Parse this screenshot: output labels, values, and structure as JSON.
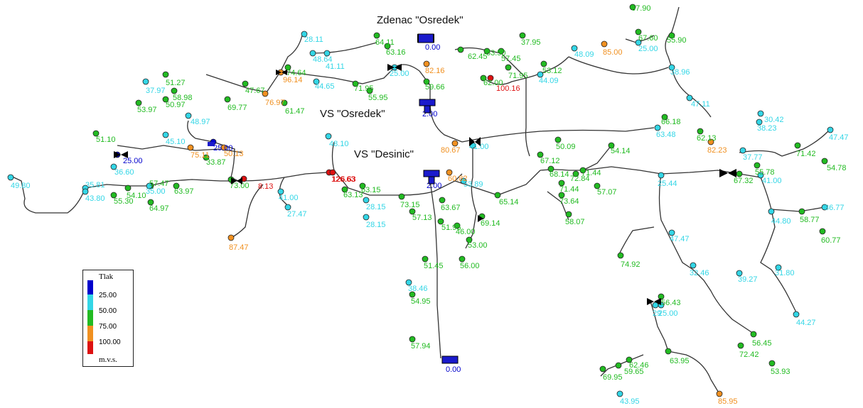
{
  "titles": {
    "zdenac": "Zdenac \"Osredek\"",
    "vs_osredek": "VS \"Osredek\"",
    "vs_desinic": "VS \"Desinic\""
  },
  "legend": {
    "title": "Tlak",
    "unit": "m.v.s.",
    "items": [
      {
        "value": "25.00",
        "color": "#0000cc"
      },
      {
        "value": "50.00",
        "color": "#33d6e6"
      },
      {
        "value": "75.00",
        "color": "#22bb22"
      },
      {
        "value": "100.00",
        "color": "#f09020"
      },
      {
        "value": "",
        "color": "#dd1111"
      }
    ]
  },
  "colors": {
    "blue": "#0000cc",
    "cyan": "#33d6e6",
    "green": "#22bb22",
    "orange": "#f09020",
    "red": "#dd1111",
    "pipe": "#333333"
  },
  "nodes": [
    {
      "label": "67.90",
      "c": "green"
    },
    {
      "label": "67.60",
      "c": "green"
    },
    {
      "label": "55.90",
      "c": "green"
    },
    {
      "label": "25.00",
      "c": "cyan"
    },
    {
      "label": "85.00",
      "c": "orange"
    },
    {
      "label": "48.09",
      "c": "cyan"
    },
    {
      "label": "38.96",
      "c": "cyan"
    },
    {
      "label": "37.95",
      "c": "green"
    },
    {
      "label": "62.45",
      "c": "green"
    },
    {
      "label": "53.50",
      "c": "green"
    },
    {
      "label": "57.45",
      "c": "green"
    },
    {
      "label": "71.95",
      "c": "green"
    },
    {
      "label": "53.12",
      "c": "green"
    },
    {
      "label": "44.09",
      "c": "cyan"
    },
    {
      "label": "62.00",
      "c": "green"
    },
    {
      "label": "100.16",
      "c": "red"
    },
    {
      "label": "64.11",
      "c": "green"
    },
    {
      "label": "63.16",
      "c": "green"
    },
    {
      "label": "28.11",
      "c": "cyan"
    },
    {
      "label": "48.64",
      "c": "cyan"
    },
    {
      "label": "41.11",
      "c": "cyan"
    },
    {
      "label": "74.64",
      "c": "green"
    },
    {
      "label": "96.14",
      "c": "orange"
    },
    {
      "label": "44.65",
      "c": "cyan"
    },
    {
      "label": "71.95",
      "c": "green"
    },
    {
      "label": "55.95",
      "c": "green"
    },
    {
      "label": "82.16",
      "c": "orange"
    },
    {
      "label": "25.00",
      "c": "cyan"
    },
    {
      "label": "59.66",
      "c": "green"
    },
    {
      "label": "51.27",
      "c": "green"
    },
    {
      "label": "37.97",
      "c": "cyan"
    },
    {
      "label": "58.98",
      "c": "green"
    },
    {
      "label": "50.97",
      "c": "green"
    },
    {
      "label": "53.97",
      "c": "green"
    },
    {
      "label": "47.67",
      "c": "green"
    },
    {
      "label": "69.77",
      "c": "green"
    },
    {
      "label": "76.97",
      "c": "orange"
    },
    {
      "label": "61.47",
      "c": "green"
    },
    {
      "label": "48.97",
      "c": "cyan"
    },
    {
      "label": "51.10",
      "c": "green"
    },
    {
      "label": "45.10",
      "c": "cyan"
    },
    {
      "label": "25.00",
      "c": "blue"
    },
    {
      "label": "75.11",
      "c": "orange"
    },
    {
      "label": "50.13",
      "c": "orange"
    },
    {
      "label": "33.87",
      "c": "green"
    },
    {
      "label": "25.00",
      "c": "blue"
    },
    {
      "label": "36.60",
      "c": "cyan"
    },
    {
      "label": "49.80",
      "c": "cyan"
    },
    {
      "label": "35.81",
      "c": "cyan"
    },
    {
      "label": "43.80",
      "c": "cyan"
    },
    {
      "label": "54.10",
      "c": "green"
    },
    {
      "label": "55.30",
      "c": "green"
    },
    {
      "label": "57.47",
      "c": "green"
    },
    {
      "label": "35.00",
      "c": "cyan"
    },
    {
      "label": "63.97",
      "c": "green"
    },
    {
      "label": "73.00",
      "c": "green"
    },
    {
      "label": "8.13",
      "c": "red"
    },
    {
      "label": "126.63",
      "c": "red"
    },
    {
      "label": "41.00",
      "c": "cyan"
    },
    {
      "label": "27.47",
      "c": "cyan"
    },
    {
      "label": "64.97",
      "c": "green"
    },
    {
      "label": "87.47",
      "c": "orange"
    },
    {
      "label": "48.10",
      "c": "cyan"
    },
    {
      "label": "126.63",
      "c": "red"
    },
    {
      "label": "63.15",
      "c": "green"
    },
    {
      "label": "63.13",
      "c": "green"
    },
    {
      "label": "28.15",
      "c": "cyan"
    },
    {
      "label": "28.15",
      "c": "cyan"
    },
    {
      "label": "73.15",
      "c": "green"
    },
    {
      "label": "57.13",
      "c": "green"
    },
    {
      "label": "63.67",
      "c": "green"
    },
    {
      "label": "51.95",
      "c": "green"
    },
    {
      "label": "69.14",
      "c": "green"
    },
    {
      "label": "46.00",
      "c": "green"
    },
    {
      "label": "53.00",
      "c": "green"
    },
    {
      "label": "51.45",
      "c": "green"
    },
    {
      "label": "56.00",
      "c": "green"
    },
    {
      "label": "38.46",
      "c": "cyan"
    },
    {
      "label": "54.95",
      "c": "green"
    },
    {
      "label": "57.94",
      "c": "green"
    },
    {
      "label": "80.67",
      "c": "orange"
    },
    {
      "label": "41.00",
      "c": "cyan"
    },
    {
      "label": "60.82",
      "c": "orange"
    },
    {
      "label": "53.89",
      "c": "cyan"
    },
    {
      "label": "65.14",
      "c": "green"
    },
    {
      "label": "67.12",
      "c": "green"
    },
    {
      "label": "50.09",
      "c": "green"
    },
    {
      "label": "68.14",
      "c": "green"
    },
    {
      "label": "71.44",
      "c": "green"
    },
    {
      "label": "54.14",
      "c": "green"
    },
    {
      "label": "72.84",
      "c": "green"
    },
    {
      "label": "57.07",
      "c": "green"
    },
    {
      "label": "71.44",
      "c": "green"
    },
    {
      "label": "73.64",
      "c": "green"
    },
    {
      "label": "58.07",
      "c": "green"
    },
    {
      "label": "47.11",
      "c": "cyan"
    },
    {
      "label": "66.18",
      "c": "green"
    },
    {
      "label": "63.48",
      "c": "cyan"
    },
    {
      "label": "30.42",
      "c": "cyan"
    },
    {
      "label": "38.23",
      "c": "cyan"
    },
    {
      "label": "62.13",
      "c": "green"
    },
    {
      "label": "82.23",
      "c": "orange"
    },
    {
      "label": "71.42",
      "c": "green"
    },
    {
      "label": "47.47",
      "c": "cyan"
    },
    {
      "label": "37.77",
      "c": "cyan"
    },
    {
      "label": "55.78",
      "c": "green"
    },
    {
      "label": "54.78",
      "c": "green"
    },
    {
      "label": "25.44",
      "c": "cyan"
    },
    {
      "label": "67.32",
      "c": "green"
    },
    {
      "label": "41.00",
      "c": "cyan"
    },
    {
      "label": "44.80",
      "c": "cyan"
    },
    {
      "label": "58.77",
      "c": "green"
    },
    {
      "label": "36.77",
      "c": "cyan"
    },
    {
      "label": "60.77",
      "c": "green"
    },
    {
      "label": "47.47",
      "c": "cyan"
    },
    {
      "label": "74.92",
      "c": "green"
    },
    {
      "label": "32.46",
      "c": "cyan"
    },
    {
      "label": "31.80",
      "c": "cyan"
    },
    {
      "label": "39.27",
      "c": "cyan"
    },
    {
      "label": "44.27",
      "c": "cyan"
    },
    {
      "label": "56.43",
      "c": "green"
    },
    {
      "label": "29",
      "c": "cyan"
    },
    {
      "label": "25.00",
      "c": "cyan"
    },
    {
      "label": "56.45",
      "c": "green"
    },
    {
      "label": "72.42",
      "c": "green"
    },
    {
      "label": "53.93",
      "c": "green"
    },
    {
      "label": "62.46",
      "c": "green"
    },
    {
      "label": "63.95",
      "c": "green"
    },
    {
      "label": "69.95",
      "c": "green"
    },
    {
      "label": "59.65",
      "c": "green"
    },
    {
      "label": "43.95",
      "c": "cyan"
    },
    {
      "label": "85.95",
      "c": "orange"
    },
    {
      "label": "0.00",
      "c": "blue"
    },
    {
      "label": "2.00",
      "c": "blue"
    },
    {
      "label": "2.00",
      "c": "blue"
    },
    {
      "label": "0.00",
      "c": "blue"
    }
  ]
}
